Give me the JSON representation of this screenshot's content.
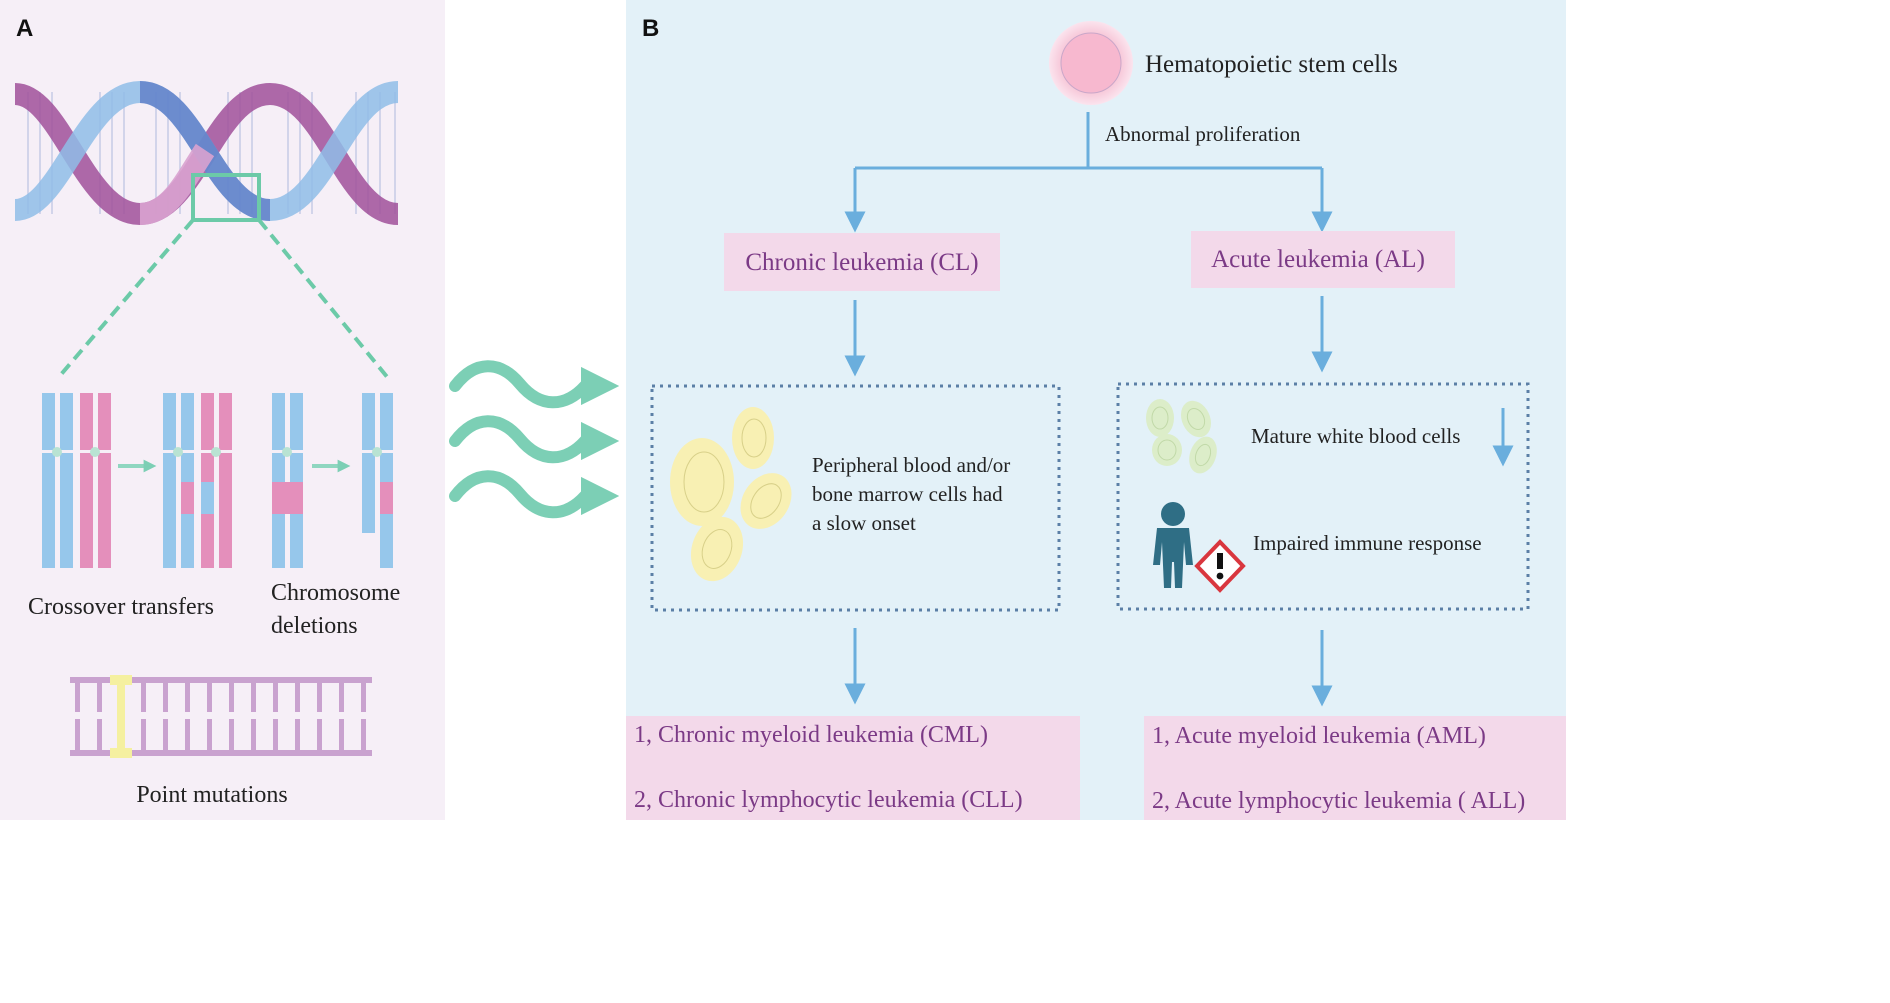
{
  "colors": {
    "panel_a_bg": "#f6eff7",
    "panel_b_bg": "#e3f1f8",
    "pink_box": "#f3d9ea",
    "purple_text": "#7b3a86",
    "arrow_blue": "#6aaedd",
    "teal": "#7ccfb5",
    "chromosome_blue": "#96c7eb",
    "chromosome_pink": "#e48fbb",
    "cell_yellow": "#f8f0b3",
    "cell_green": "#dcedc9",
    "person": "#2f6e85",
    "warning_red": "#d9363e"
  },
  "panel_a": {
    "label": "A",
    "crossover_label": "Crossover transfers",
    "deletion_label_line1": "Chromosome",
    "deletion_label_line2": "deletions",
    "point_mutation_label": "Point mutations"
  },
  "panel_b": {
    "label": "B",
    "stem_cells": "Hematopoietic stem cells",
    "abnormal": "Abnormal proliferation",
    "chronic_title": "Chronic leukemia (CL)",
    "acute_title": "Acute leukemia (AL)",
    "chronic_desc": [
      "Peripheral blood and/or",
      "bone marrow cells had",
      "a slow onset"
    ],
    "acute_item1": "Mature white blood cells",
    "acute_item2": "Impaired immune response",
    "icons": [
      "down-arrow-icon",
      "person-icon",
      "warning-icon"
    ],
    "chronic_types": [
      "1, Chronic myeloid leukemia (CML)",
      "2, Chronic lymphocytic leukemia (CLL)"
    ],
    "acute_types": [
      "1, Acute myeloid leukemia (AML)",
      "2, Acute lymphocytic leukemia ( ALL)"
    ]
  }
}
